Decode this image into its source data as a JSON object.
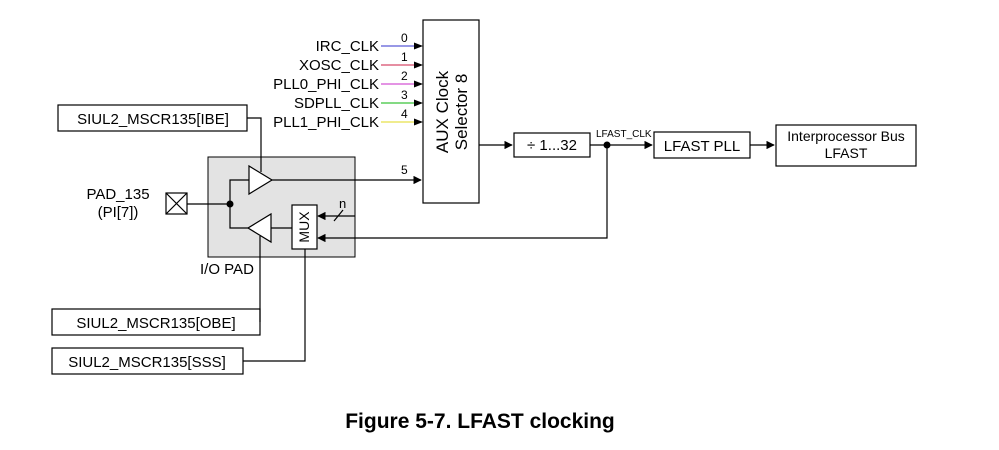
{
  "diagram": {
    "clock_inputs": [
      {
        "label": "IRC_CLK",
        "index": "0",
        "color": "#5b5bd6"
      },
      {
        "label": "XOSC_CLK",
        "index": "1",
        "color": "#d84a6a"
      },
      {
        "label": "PLL0_PHI_CLK",
        "index": "2",
        "color": "#d455d4"
      },
      {
        "label": "SDPLL_CLK",
        "index": "3",
        "color": "#3ac43a"
      },
      {
        "label": "PLL1_PHI_CLK",
        "index": "4",
        "color": "#e6e04a"
      }
    ],
    "pad_input_index": "5",
    "aux_selector": {
      "line1": "AUX Clock",
      "line2": "Selector 8"
    },
    "divider": "÷ 1...32",
    "lfast_clk": "LFAST_CLK",
    "lfast_pll": "LFAST PLL",
    "interprocessor": {
      "line1": "Interprocessor Bus",
      "line2": "LFAST"
    },
    "ibe": "SIUL2_MSCR135[IBE]",
    "obe": "SIUL2_MSCR135[OBE]",
    "sss": "SIUL2_MSCR135[SSS]",
    "pad": {
      "line1": "PAD_135",
      "line2": "(PI[7])"
    },
    "io_pad": "I/O PAD",
    "mux": "MUX",
    "mux_bus_width": "n",
    "colors": {
      "io_pad_fill": "#e3e3e3"
    }
  },
  "caption": "Figure 5-7. LFAST clocking"
}
